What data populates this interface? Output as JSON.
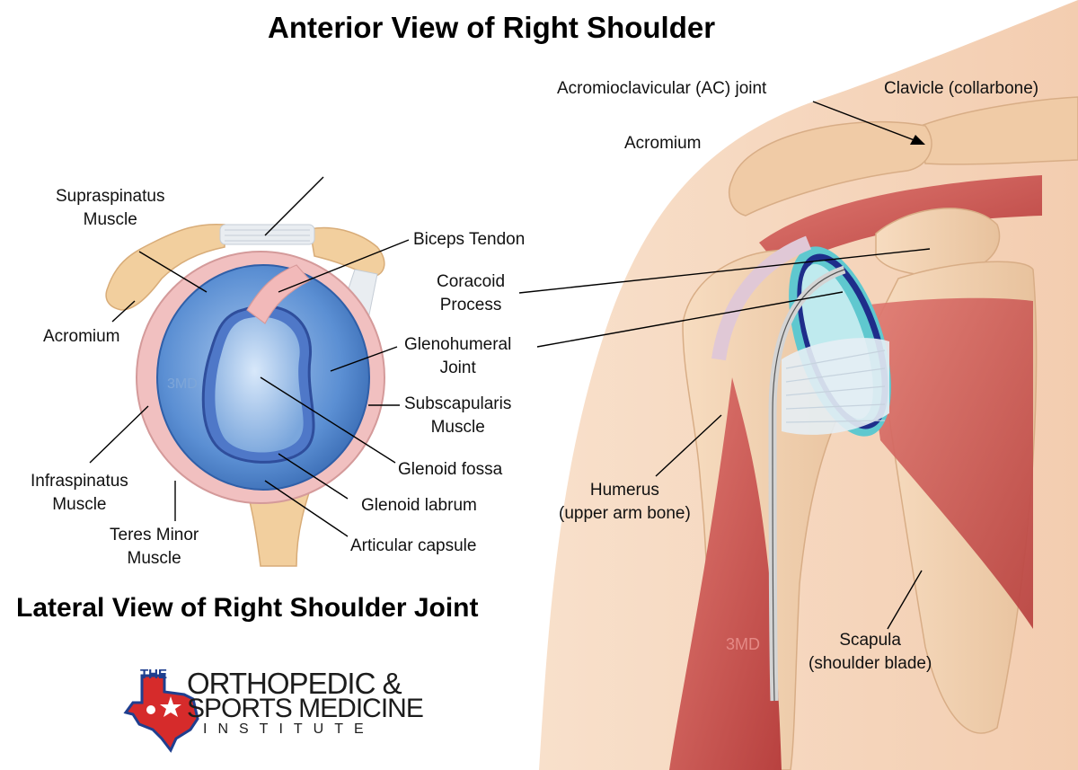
{
  "titles": {
    "anterior": "Anterior View of Right Shoulder",
    "lateral": "Lateral View of Right Shoulder Joint"
  },
  "lateral_labels": {
    "supraspinatus": [
      "Supraspinatus",
      "Muscle"
    ],
    "acromium": "Acromium",
    "biceps_tendon": "Biceps Tendon",
    "coracoid": [
      "Coracoid",
      "Process"
    ],
    "glenohumeral": [
      "Glenohumeral",
      "Joint"
    ],
    "subscapularis": [
      "Subscapularis",
      "Muscle"
    ],
    "glenoid_fossa": "Glenoid fossa",
    "glenoid_labrum": "Glenoid labrum",
    "articular_capsule": "Articular capsule",
    "infraspinatus": [
      "Infraspinatus",
      "Muscle"
    ],
    "teres_minor": [
      "Teres Minor",
      "Muscle"
    ]
  },
  "anterior_labels": {
    "ac_joint": "Acromioclavicular (AC) joint",
    "clavicle": "Clavicle (collarbone)",
    "acromium": "Acromium",
    "humerus": [
      "Humerus",
      "(upper arm bone)"
    ],
    "scapula": [
      "Scapula",
      "(shoulder blade)"
    ]
  },
  "watermarks": {
    "lateral": "3MD",
    "anterior": "3MD"
  },
  "logo": {
    "the": "THE",
    "line1": "ORTHOPEDIC &",
    "line2": "SPORTS MEDICINE",
    "line3": "INSTITUTE"
  },
  "colors": {
    "skin": "#f6d9c0",
    "bone": "#f3d2ae",
    "muscle": "#c9504f",
    "glenoid_blue": "#5b8fd3",
    "cartilage": "#5fc8cf",
    "logo_red": "#d62b2b",
    "logo_blue": "#1f3f8f"
  }
}
